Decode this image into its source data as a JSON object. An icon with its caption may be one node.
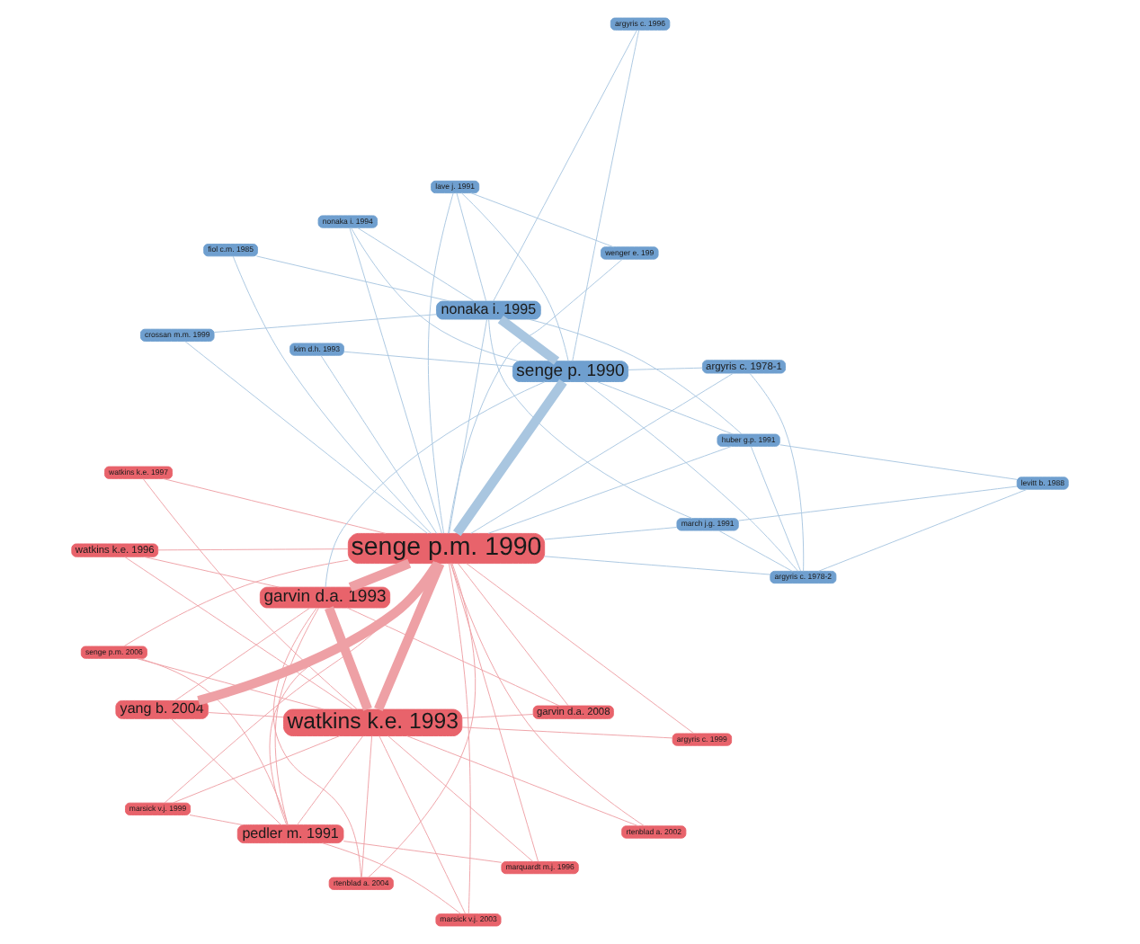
{
  "diagram": {
    "nodes": [
      {
        "text": [
          "watkins k.e. 1996"
        ]
      },
      {
        "text": [
          "argyris c. 1978-2"
        ]
      },
      {
        "text": [
          "levitt b. 1988"
        ]
      },
      {
        "text": [
          "watkins k.e. 1997"
        ]
      },
      {
        "text": [
          "huber g.p. 1991"
        ]
      },
      {
        "text": [
          "yang b. 2004"
        ]
      },
      {
        "text": [
          "crossan m.m. 1999"
        ]
      },
      {
        "text": [
          "rtenblad a. 2002"
        ]
      },
      {
        "text": [
          "rtenblad a. 2004"
        ]
      },
      {
        "text": [
          "garvin d.a. 2008"
        ]
      },
      {
        "text": [
          "march j.g. 1991"
        ]
      },
      {
        "text": [
          "kim d.h. 1993"
        ]
      },
      {
        "text": [
          "argyris c. 1978-1"
        ]
      },
      {
        "text": [
          "wenger e. 199"
        ]
      },
      {
        "text": [
          "watkins k.e. 1993"
        ]
      },
      {
        "text": [
          "senge p.m. 1990"
        ]
      },
      {
        "text": [
          "marquardt m.j. 1996"
        ]
      },
      {
        "text": [
          "nonaka i. 1994"
        ]
      },
      {
        "text": [
          "garvin d.a. 1993"
        ]
      },
      {
        "text": [
          "fiol c.m. 1985"
        ]
      },
      {
        "text": [
          "marsick v.j. 1999"
        ]
      },
      {
        "text": [
          "pedler m. 1991"
        ]
      },
      {
        "text": [
          "senge p. 1990"
        ]
      },
      {
        "text": [
          "lave j. 1991"
        ]
      },
      {
        "text": [
          "nonaka i. 1995"
        ]
      },
      {
        "text": [
          "marsick v.j. 2003"
        ]
      },
      {
        "text": [
          "argyris c. 1999"
        ]
      },
      {
        "text": [
          "senge p.m. 2006"
        ]
      },
      {
        "text": [
          "argyris c. 1996"
        ]
      }
    ],
    "edges": [
      {
        "from": 15,
        "to": 0,
        "arrow": "none"
      },
      {
        "from": 15,
        "to": 3,
        "arrow": "none"
      },
      {
        "from": 15,
        "to": 5,
        "arrow": "none",
        "style": "thick"
      },
      {
        "from": 15,
        "to": 7,
        "arrow": "none"
      },
      {
        "from": 15,
        "to": 8,
        "arrow": "none"
      },
      {
        "from": 15,
        "to": 9,
        "arrow": "none"
      },
      {
        "from": 15,
        "to": 14,
        "arrow": "none",
        "style": "thick"
      },
      {
        "from": 15,
        "to": 16,
        "arrow": "none"
      },
      {
        "from": 15,
        "to": 18,
        "arrow": "none",
        "style": "thick"
      },
      {
        "from": 15,
        "to": 20,
        "arrow": "none"
      },
      {
        "from": 15,
        "to": 21,
        "arrow": "none"
      },
      {
        "from": 15,
        "to": 25,
        "arrow": "none"
      },
      {
        "from": 15,
        "to": 26,
        "arrow": "none"
      },
      {
        "from": 15,
        "to": 27,
        "arrow": "none"
      },
      {
        "from": 15,
        "to": 22,
        "arrow": "none",
        "style": "thick",
        "color": "#a9c6e0"
      },
      {
        "from": 15,
        "to": 12,
        "arrow": "none",
        "color": "#a9c6e0"
      },
      {
        "from": 15,
        "to": 17,
        "arrow": "none",
        "color": "#a9c6e0"
      },
      {
        "from": 15,
        "to": 24,
        "arrow": "none",
        "color": "#a9c6e0"
      },
      {
        "from": 15,
        "to": 11,
        "arrow": "none",
        "color": "#a9c6e0"
      },
      {
        "from": 15,
        "to": 10,
        "arrow": "none",
        "color": "#a9c6e0"
      },
      {
        "from": 15,
        "to": 1,
        "arrow": "none",
        "color": "#a9c6e0"
      },
      {
        "from": 15,
        "to": 4,
        "arrow": "none",
        "color": "#a9c6e0"
      },
      {
        "from": 15,
        "to": 6,
        "arrow": "none",
        "color": "#a9c6e0"
      },
      {
        "from": 15,
        "to": 23,
        "arrow": "none",
        "color": "#a9c6e0"
      },
      {
        "from": 15,
        "to": 19,
        "arrow": "none",
        "color": "#a9c6e0"
      },
      {
        "from": 15,
        "to": 13,
        "arrow": "none",
        "color": "#a9c6e0"
      },
      {
        "from": 14,
        "to": 0,
        "arrow": "none"
      },
      {
        "from": 14,
        "to": 3,
        "arrow": "none"
      },
      {
        "from": 14,
        "to": 5,
        "arrow": "none"
      },
      {
        "from": 14,
        "to": 7,
        "arrow": "none"
      },
      {
        "from": 14,
        "to": 8,
        "arrow": "none"
      },
      {
        "from": 14,
        "to": 9,
        "arrow": "none"
      },
      {
        "from": 14,
        "to": 16,
        "arrow": "none"
      },
      {
        "from": 14,
        "to": 18,
        "arrow": "none",
        "style": "thick"
      },
      {
        "from": 14,
        "to": 20,
        "arrow": "none"
      },
      {
        "from": 14,
        "to": 21,
        "arrow": "none"
      },
      {
        "from": 14,
        "to": 25,
        "arrow": "none"
      },
      {
        "from": 14,
        "to": 27,
        "arrow": "none"
      },
      {
        "from": 14,
        "to": 26,
        "arrow": "none"
      },
      {
        "from": 18,
        "to": 5,
        "arrow": "none"
      },
      {
        "from": 18,
        "to": 9,
        "arrow": "none"
      },
      {
        "from": 18,
        "to": 21,
        "arrow": "none"
      },
      {
        "from": 18,
        "to": 8,
        "arrow": "none"
      },
      {
        "from": 18,
        "to": 0,
        "arrow": "none"
      },
      {
        "from": 18,
        "to": 22,
        "arrow": "none",
        "color": "#a9c6e0"
      },
      {
        "from": 21,
        "to": 20,
        "arrow": "none"
      },
      {
        "from": 21,
        "to": 25,
        "arrow": "none"
      },
      {
        "from": 21,
        "to": 27,
        "arrow": "none"
      },
      {
        "from": 21,
        "to": 16,
        "arrow": "none"
      },
      {
        "from": 21,
        "to": 5,
        "arrow": "none"
      },
      {
        "from": 22,
        "to": 24,
        "arrow": "none",
        "style": "thick",
        "color": "#a9c6e0"
      },
      {
        "from": 22,
        "to": 17,
        "arrow": "none",
        "color": "#a9c6e0"
      },
      {
        "from": 22,
        "to": 12,
        "arrow": "none",
        "color": "#a9c6e0"
      },
      {
        "from": 22,
        "to": 4,
        "arrow": "none",
        "color": "#a9c6e0"
      },
      {
        "from": 22,
        "to": 1,
        "arrow": "none",
        "color": "#a9c6e0"
      },
      {
        "from": 22,
        "to": 28,
        "arrow": "none",
        "color": "#a9c6e0"
      },
      {
        "from": 22,
        "to": 23,
        "arrow": "none",
        "color": "#a9c6e0"
      },
      {
        "from": 22,
        "to": 11,
        "arrow": "none",
        "color": "#a9c6e0"
      },
      {
        "from": 24,
        "to": 17,
        "arrow": "none",
        "color": "#a9c6e0"
      },
      {
        "from": 24,
        "to": 23,
        "arrow": "none",
        "color": "#a9c6e0"
      },
      {
        "from": 24,
        "to": 6,
        "arrow": "none",
        "color": "#a9c6e0"
      },
      {
        "from": 24,
        "to": 4,
        "arrow": "none",
        "color": "#a9c6e0"
      },
      {
        "from": 24,
        "to": 19,
        "arrow": "none",
        "color": "#a9c6e0"
      },
      {
        "from": 24,
        "to": 28,
        "arrow": "none",
        "color": "#a9c6e0"
      },
      {
        "from": 24,
        "to": 10,
        "arrow": "none",
        "color": "#a9c6e0"
      },
      {
        "from": 1,
        "to": 2,
        "arrow": "none",
        "color": "#a9c6e0"
      },
      {
        "from": 1,
        "to": 4,
        "arrow": "none",
        "color": "#a9c6e0"
      },
      {
        "from": 1,
        "to": 10,
        "arrow": "none",
        "color": "#a9c6e0"
      },
      {
        "from": 1,
        "to": 12,
        "arrow": "none",
        "color": "#a9c6e0"
      },
      {
        "from": 2,
        "to": 10,
        "arrow": "none",
        "color": "#a9c6e0"
      },
      {
        "from": 2,
        "to": 4,
        "arrow": "none",
        "color": "#a9c6e0"
      },
      {
        "from": 23,
        "to": 13,
        "arrow": "none",
        "color": "#a9c6e0"
      }
    ]
  }
}
